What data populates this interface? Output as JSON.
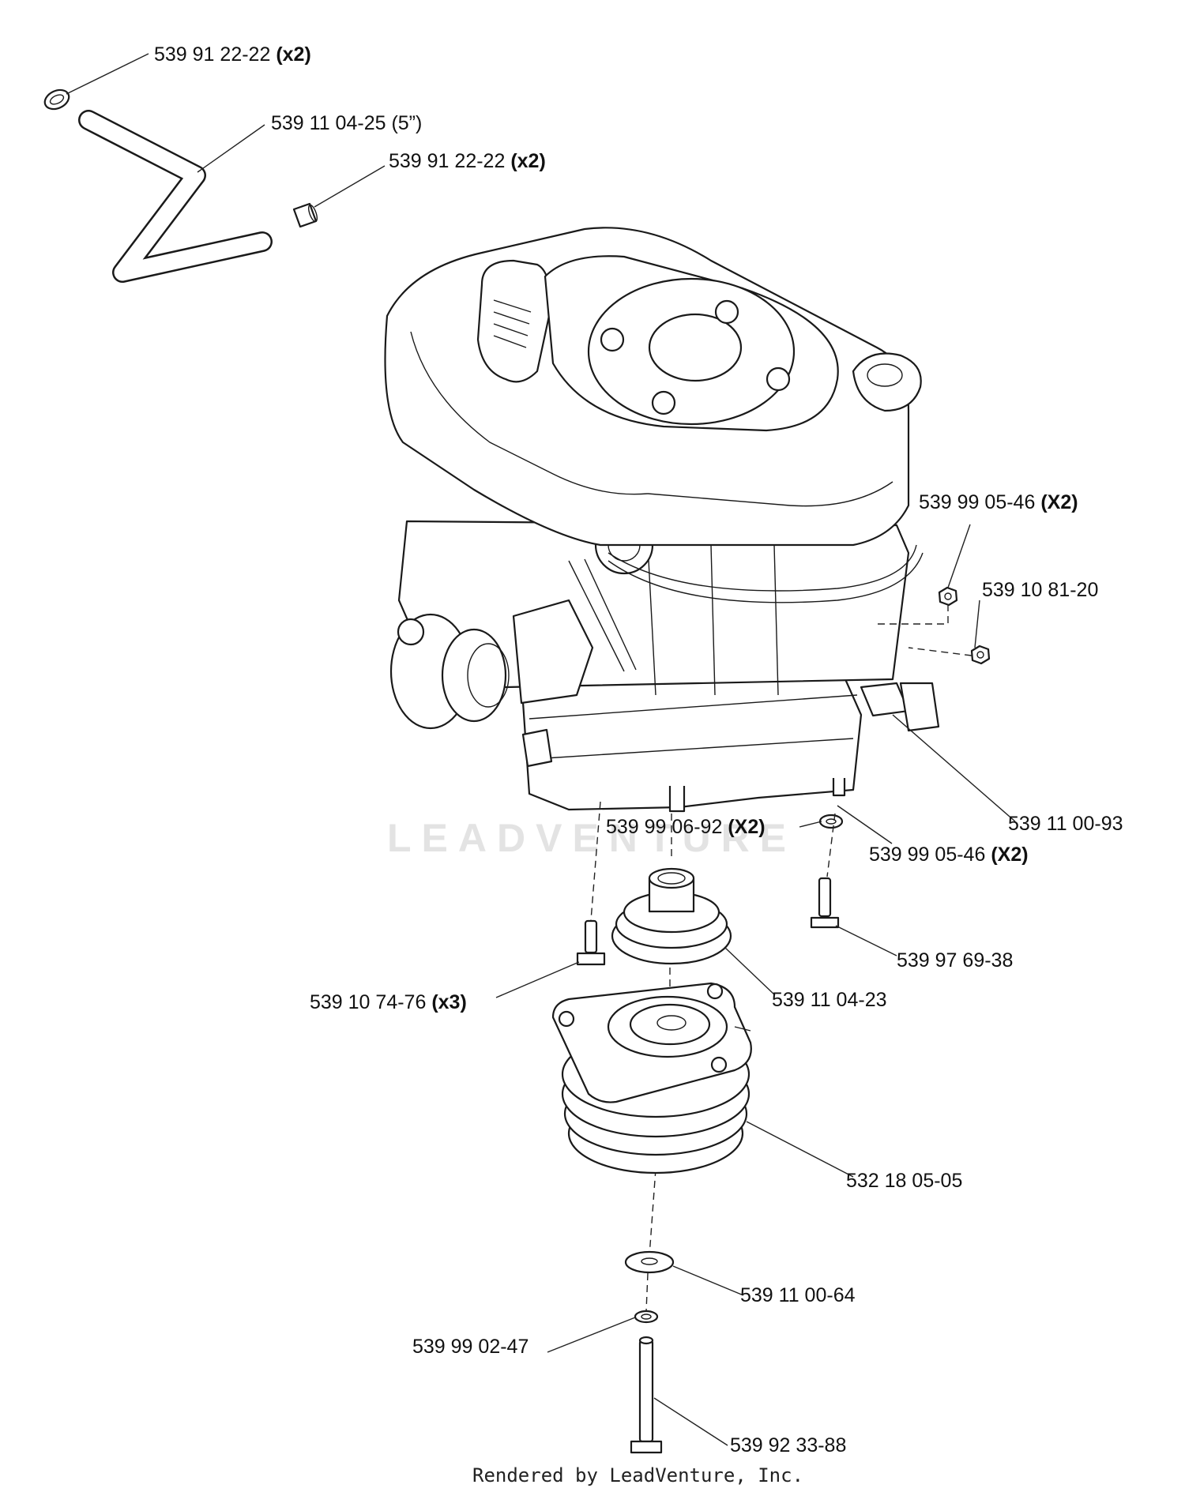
{
  "watermark": "LEADVENTURE",
  "footer": "Rendered by LeadVenture, Inc.",
  "callouts": [
    {
      "id": "c1",
      "part": "539 91 22-22",
      "qty": "(x2)"
    },
    {
      "id": "c2",
      "part": "539 11 04-25 (5”)",
      "qty": ""
    },
    {
      "id": "c3",
      "part": "539 91 22-22",
      "qty": "(x2)"
    },
    {
      "id": "c4",
      "part": "539 99 05-46",
      "qty": "(X2)"
    },
    {
      "id": "c5",
      "part": "539 10 81-20",
      "qty": ""
    },
    {
      "id": "c6",
      "part": "539 11 00-93",
      "qty": ""
    },
    {
      "id": "c7",
      "part": "539 99 06-92",
      "qty": "(X2)"
    },
    {
      "id": "c8",
      "part": "539 99 05-46",
      "qty": "(X2)"
    },
    {
      "id": "c9",
      "part": "539 97 69-38",
      "qty": ""
    },
    {
      "id": "c10",
      "part": "539 10 74-76",
      "qty": "(x3)"
    },
    {
      "id": "c11",
      "part": "539 11 04-23",
      "qty": ""
    },
    {
      "id": "c12",
      "part": "532 18 05-05",
      "qty": ""
    },
    {
      "id": "c13",
      "part": "539 11 00-64",
      "qty": ""
    },
    {
      "id": "c14",
      "part": "539 99 02-47",
      "qty": ""
    },
    {
      "id": "c15",
      "part": "539 92 33-88",
      "qty": ""
    }
  ]
}
